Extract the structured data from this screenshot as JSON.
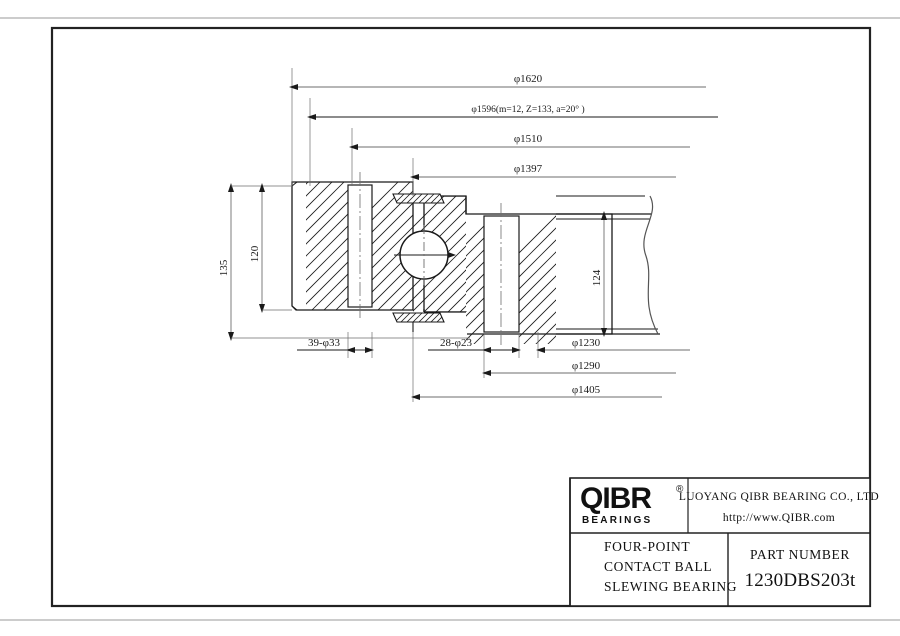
{
  "drawing": {
    "title_block": {
      "company": "LUOYANG QIBR BEARING CO., LTD",
      "website": "http://www.QIBR.com",
      "logo_text": "QIBR",
      "logo_sub": "BEARINGS",
      "logo_reg": "®",
      "product_line1": "FOUR-POINT",
      "product_line2": "CONTACT BALL",
      "product_line3": "SLEWING BEARING",
      "part_number_label": "PART  NUMBER",
      "part_number": "1230DBS203t"
    },
    "dimensions": {
      "top": [
        {
          "name": "outer-diameter",
          "label": "φ1620"
        },
        {
          "name": "gear-pitch-diameter",
          "label": "φ1596(m=12, Z=133, a=20° )"
        },
        {
          "name": "outer-bolt-circle-diameter",
          "label": "φ1510"
        },
        {
          "name": "raceway-diameter",
          "label": "φ1397"
        }
      ],
      "bottom": [
        {
          "name": "inner-bolt-circle-diameter",
          "label": "φ1230"
        },
        {
          "name": "inner-step-diameter",
          "label": "φ1290"
        },
        {
          "name": "inner-ring-outer-diameter",
          "label": "φ1405"
        }
      ],
      "holes": [
        {
          "name": "outer-ring-holes",
          "label": "39-φ33"
        },
        {
          "name": "inner-ring-holes",
          "label": "28-φ23"
        }
      ],
      "vertical": [
        {
          "name": "total-height",
          "label": "135"
        },
        {
          "name": "outer-ring-height",
          "label": "120"
        },
        {
          "name": "inner-ring-height",
          "label": "124"
        }
      ]
    },
    "colors": {
      "line": "#1a1a1a",
      "thin_line": "#6e6e6e",
      "frame": "#222222",
      "background": "#ffffff"
    }
  }
}
